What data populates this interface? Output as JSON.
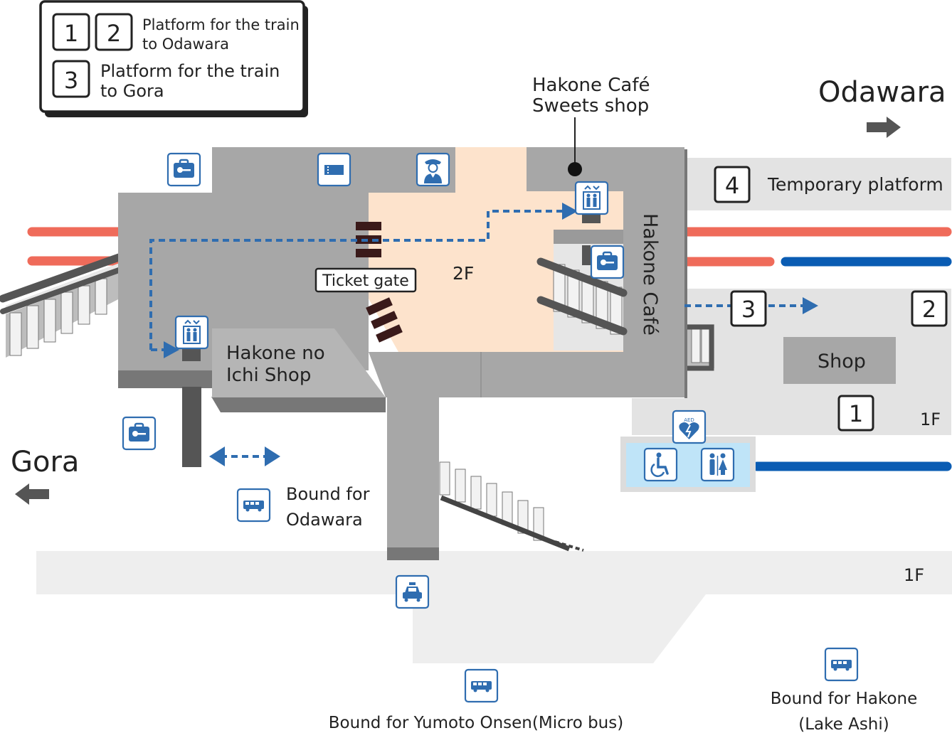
{
  "legend": {
    "platform_1": "1",
    "platform_2": "2",
    "platform_3": "3",
    "odawara_line1": "Platform for the train",
    "odawara_line2": "to Odawara",
    "gora_line1": "Platform for the train",
    "gora_line2": "to Gora"
  },
  "labels": {
    "odawara": "Odawara",
    "gora": "Gora",
    "cafe_shop_line1": "Hakone Café",
    "cafe_shop_line2": "Sweets shop",
    "temporary_platform_num": "4",
    "temporary_platform": "Temporary platform",
    "ticket_gate": "Ticket gate",
    "floor_2f": "2F",
    "hakone_cafe": "Hakone Café",
    "ichi_shop_line1": "Hakone no",
    "ichi_shop_line2": "Ichi Shop",
    "platform_3": "3",
    "platform_2": "2",
    "platform_1": "1",
    "shop": "Shop",
    "floor_1f_right": "1F",
    "floor_1f_bottom": "1F",
    "bus_odawara_line1": "Bound for",
    "bus_odawara_line2": "Odawara",
    "bus_yumoto": "Bound for Yumoto Onsen(Micro bus)",
    "bus_hakone_line1": "Bound for Hakone",
    "bus_hakone_line2": "(Lake Ashi)",
    "aed": "AED"
  },
  "icons": [
    "locker-icon",
    "ticket-machine-icon",
    "station-staff-icon",
    "elevator-icon",
    "aed-icon",
    "wheelchair-icon",
    "restroom-icon",
    "bus-icon",
    "taxi-icon",
    "arrow-right-icon",
    "arrow-left-icon",
    "staircase-icon",
    "escalator-icon"
  ],
  "colors": {
    "rail_red": "#ef6b5a",
    "rail_blue": "#0a5cb3",
    "route_blue": "#2f6db0",
    "building_gray": "#a7a7a7",
    "concourse_peach": "#fde3cc",
    "platform_gray": "#e3e3e3",
    "dark_gray": "#555555",
    "restroom_blue": "#bfe4f8"
  }
}
